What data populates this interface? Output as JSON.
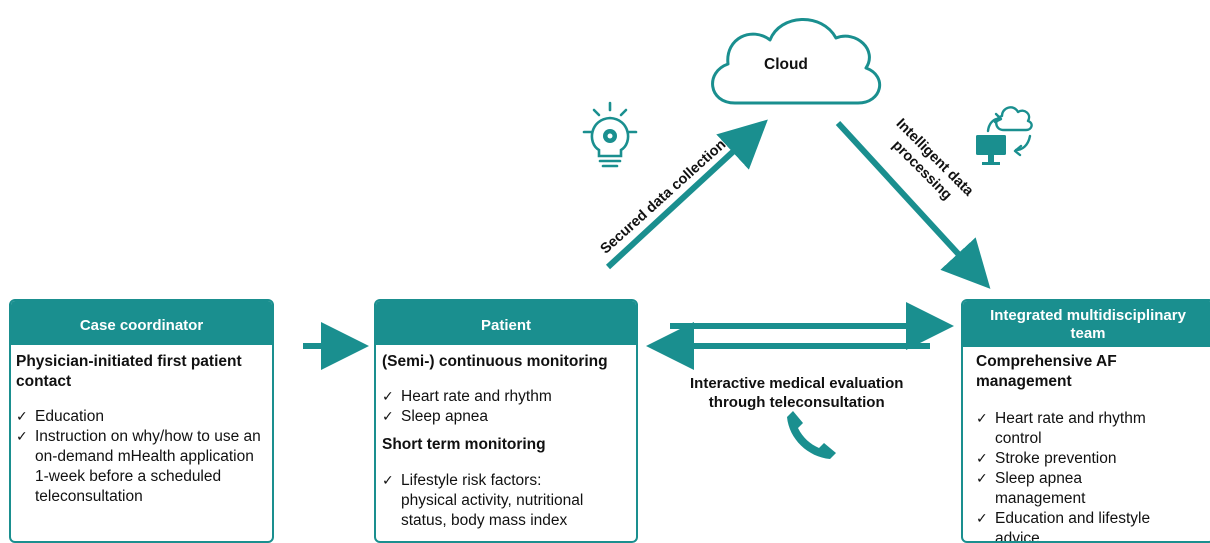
{
  "cloud": {
    "label": "Cloud"
  },
  "arrows": {
    "secured": "Secured data collection",
    "intelligent_line1": "Intelligent data",
    "intelligent_line2": "processing",
    "interactive_line1": "Interactive medical evaluation",
    "interactive_line2": "through teleconsultation"
  },
  "case_coordinator": {
    "header": "Case coordinator",
    "subtitle_line1": "Physician-initiated first patient",
    "subtitle_line2": "contact",
    "items": [
      "Education",
      "Instruction on why/how to use an on-demand mHealth application 1-week before a scheduled teleconsultation"
    ]
  },
  "patient": {
    "header": "Patient",
    "continuous_title": "(Semi-) continuous monitoring",
    "continuous_items": [
      "Heart rate and rhythm",
      "Sleep apnea"
    ],
    "short_title": "Short term monitoring",
    "short_items": [
      "Lifestyle risk factors: physical activity, nutritional status, body mass index"
    ]
  },
  "team": {
    "header_line1": "Integrated multidisciplinary",
    "header_line2": "team",
    "subtitle_line1": "Comprehensive AF",
    "subtitle_line2": "management",
    "items": [
      "Heart rate and rhythm control",
      "Stroke prevention",
      "Sleep apnea management",
      "Education and lifestyle advice"
    ]
  },
  "colors": {
    "teal": "#1a8f8f",
    "text": "#111111"
  },
  "icons": [
    "lightbulb-gear-icon",
    "cloud-sync-monitor-icon",
    "phone-icon",
    "user-search-icon",
    "smartwatch-heartbeat-icon",
    "smartphone-apple-icon",
    "stethoscope-icon",
    "pill-icon",
    "book-icon"
  ]
}
